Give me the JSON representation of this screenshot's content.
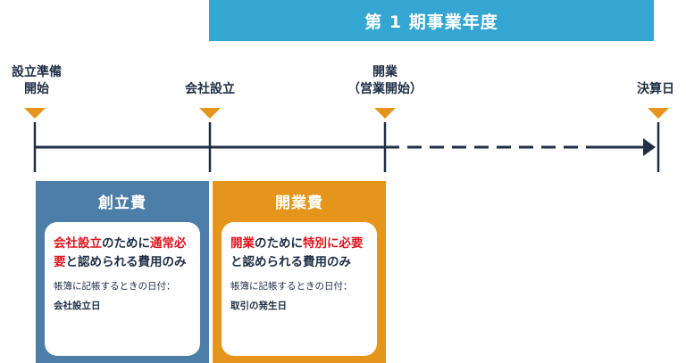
{
  "banner": {
    "title": "第 1 期事業年度"
  },
  "milestones": [
    {
      "label_line1": "設立準備",
      "label_line2": "開始"
    },
    {
      "label_line1": "会社設立",
      "label_line2": ""
    },
    {
      "label_line1": "開業",
      "label_line2": "（営業開始）"
    },
    {
      "label_line1": "決算日",
      "label_line2": ""
    }
  ],
  "costs": [
    {
      "title": "創立費",
      "desc_red1": "会社設立",
      "desc_plain1": "のために",
      "desc_red2": "通常必要",
      "desc_plain2": "と認められる費用のみ",
      "note": "帳簿に記帳するときの日付：",
      "date": "会社設立日"
    },
    {
      "title": "開業費",
      "desc_red1": "開業",
      "desc_plain1": "のために",
      "desc_red2": "特別に必要",
      "desc_plain2": "と認められる費用のみ",
      "note": "帳簿に記帳するときの日付：",
      "date": "取引の発生日"
    }
  ],
  "colors": {
    "banner": "#35a6d2",
    "marker": "#e5951c",
    "line": "#1f2e45",
    "founding_cost": "#4d7ea8",
    "opening_cost": "#e5951c",
    "highlight": "#e0141e"
  }
}
